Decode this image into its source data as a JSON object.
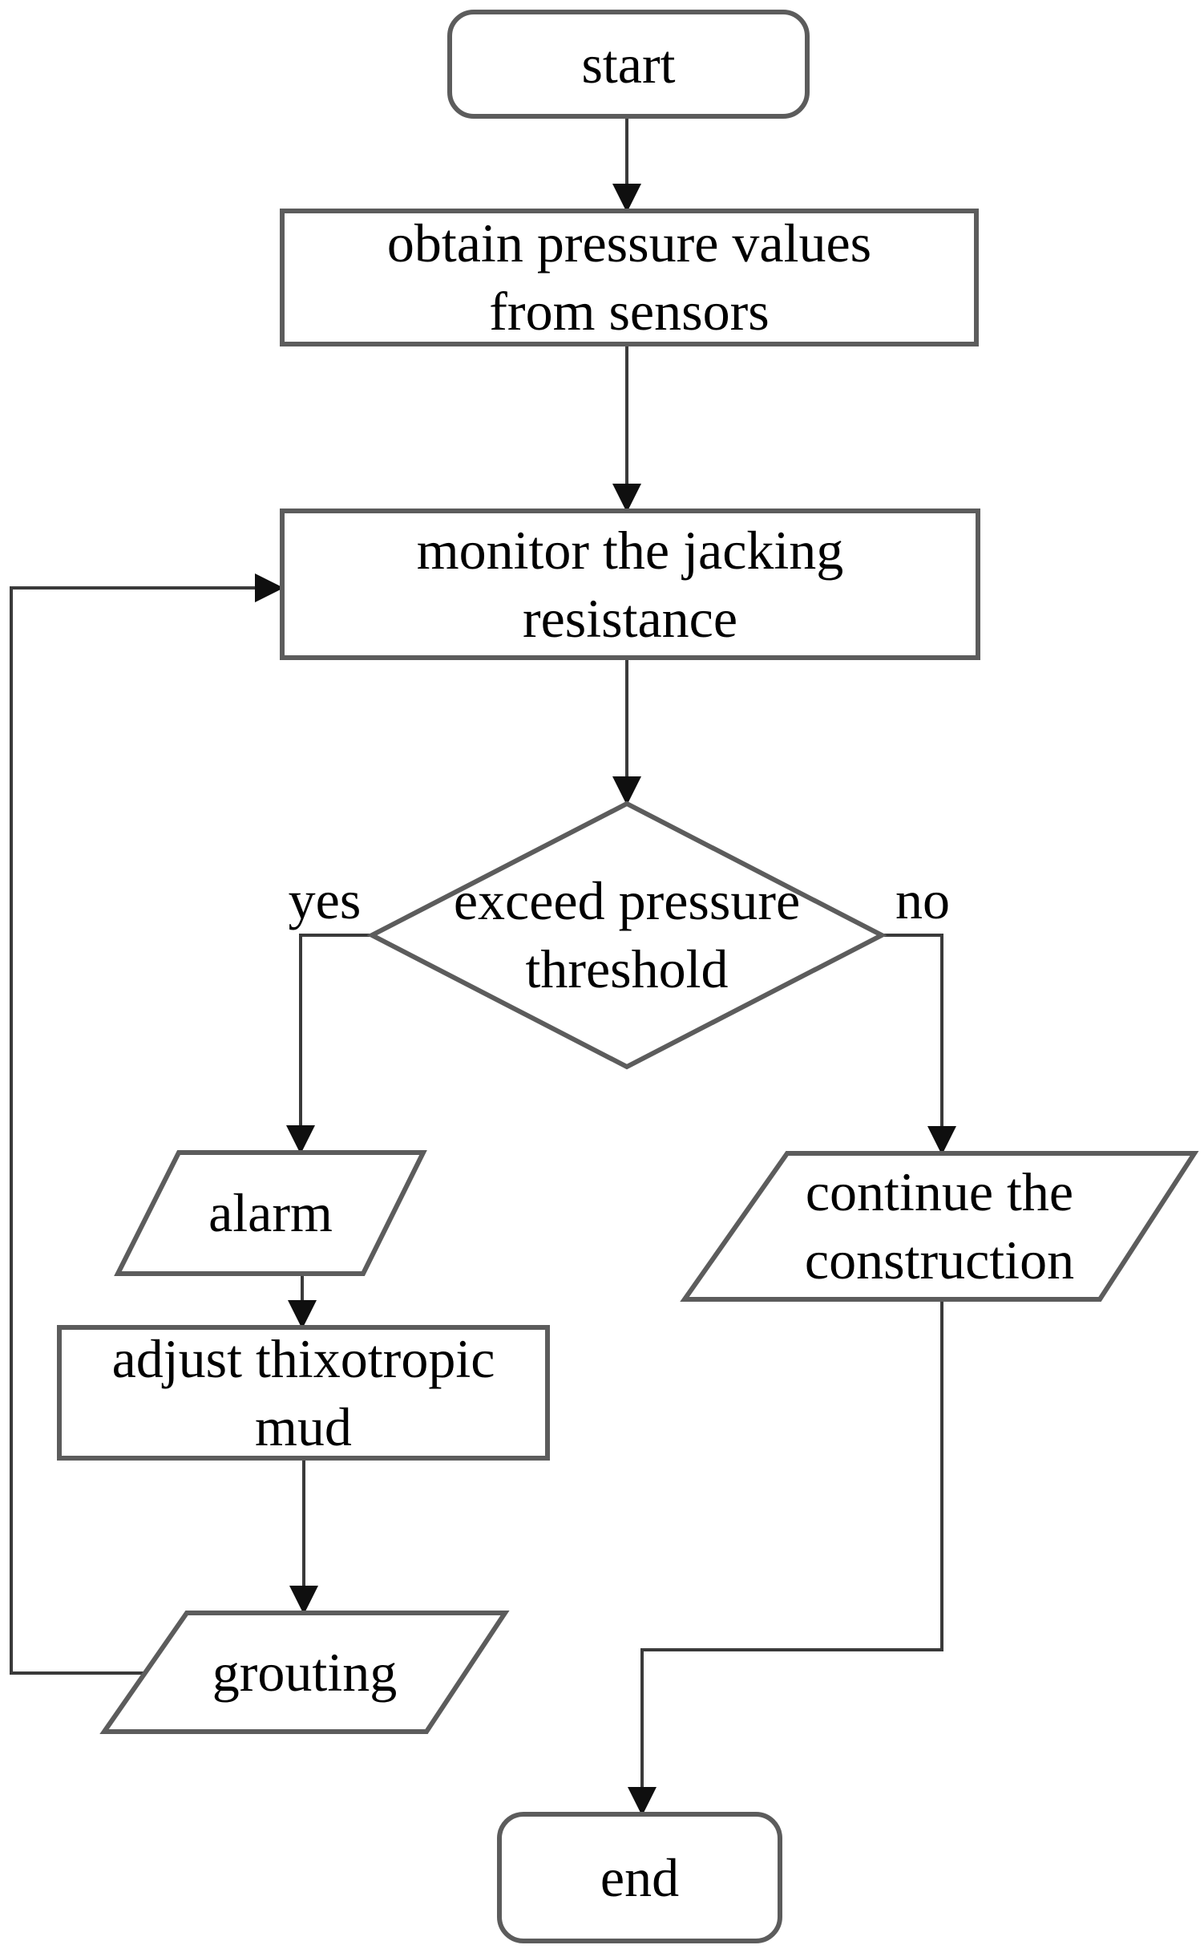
{
  "figure": {
    "type": "flowchart",
    "background_color": "#ffffff",
    "shape_border_color": "#5c5c5c",
    "connector_color": "#3a3a3a",
    "arrowhead_color": "#0f0f0f",
    "text_color": "#000000"
  },
  "nodes": {
    "start": {
      "shape": "rounded-rectangle",
      "label": "start"
    },
    "obtain": {
      "shape": "rectangle",
      "label": "obtain pressure values\nfrom sensors"
    },
    "monitor": {
      "shape": "rectangle",
      "label": "monitor the jacking\nresistance"
    },
    "decision": {
      "shape": "diamond",
      "label": "exceed pressure\nthreshold"
    },
    "alarm": {
      "shape": "parallelogram",
      "label": "alarm"
    },
    "adjust": {
      "shape": "rectangle",
      "label": "adjust thixotropic\nmud"
    },
    "grouting": {
      "shape": "parallelogram",
      "label": "grouting"
    },
    "continue": {
      "shape": "parallelogram",
      "label": "continue the\nconstruction"
    },
    "end": {
      "shape": "rounded-rectangle",
      "label": "end"
    }
  },
  "branch_labels": {
    "yes": "yes",
    "no": "no"
  },
  "edges": [
    {
      "from": "start",
      "to": "obtain",
      "label": ""
    },
    {
      "from": "obtain",
      "to": "monitor",
      "label": ""
    },
    {
      "from": "monitor",
      "to": "decision",
      "label": ""
    },
    {
      "from": "decision",
      "to": "alarm",
      "label": "yes"
    },
    {
      "from": "decision",
      "to": "continue",
      "label": "no"
    },
    {
      "from": "alarm",
      "to": "adjust",
      "label": ""
    },
    {
      "from": "adjust",
      "to": "grouting",
      "label": ""
    },
    {
      "from": "grouting",
      "to": "monitor",
      "label": ""
    },
    {
      "from": "continue",
      "to": "end",
      "label": ""
    }
  ]
}
